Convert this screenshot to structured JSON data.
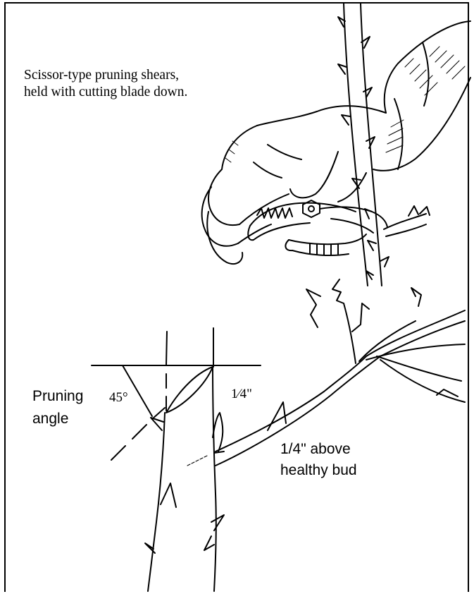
{
  "caption": {
    "line1": "Scissor-type pruning shears,",
    "line2": "held with cutting blade down."
  },
  "labels": {
    "pruning_line1": "Pruning",
    "pruning_line2": "angle",
    "angle_degrees": "45°",
    "quarter_inch": "1⁄4\"",
    "above_line1": "1/4\" above",
    "above_line2": "healthy bud"
  },
  "colors": {
    "ink": "#000000",
    "paper": "#ffffff"
  }
}
